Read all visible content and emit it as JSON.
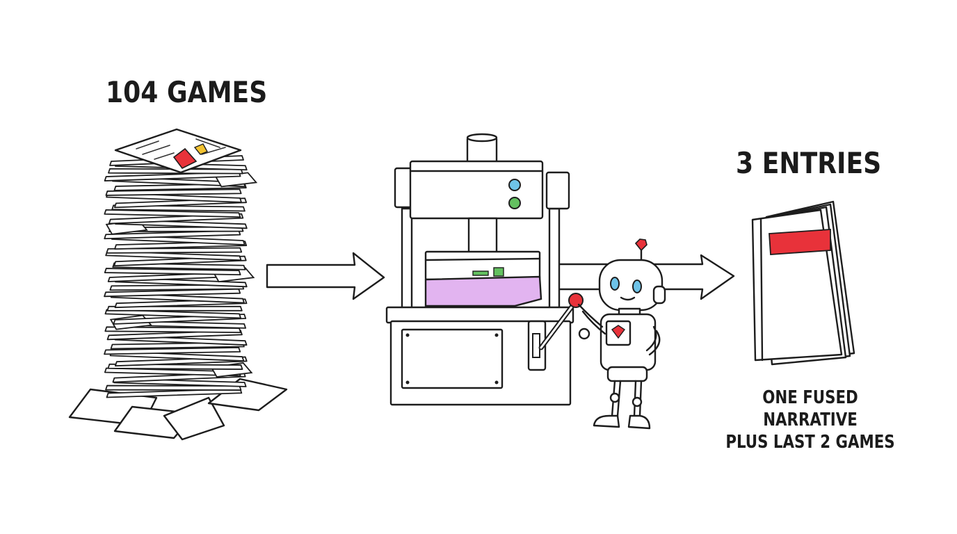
{
  "input": {
    "label": "104 GAMES"
  },
  "output": {
    "label": "3 ENTRIES",
    "caption_lines": [
      "ONE FUSED NARRATIVE",
      "PLUS LAST 2 GAMES"
    ]
  },
  "colors": {
    "accent_red": "#e8323a",
    "accent_purple": "#e2b4f0",
    "accent_green": "#63c060",
    "accent_blue": "#6ec3e8",
    "accent_yellow": "#f2c230",
    "ink": "#1d1d1d"
  },
  "icons": {
    "input_stack": "paper-stack-icon",
    "process": "compression-press-icon",
    "operator": "robot-icon",
    "output_doc": "booklet-icon",
    "flow": "arrow-right-icon"
  }
}
